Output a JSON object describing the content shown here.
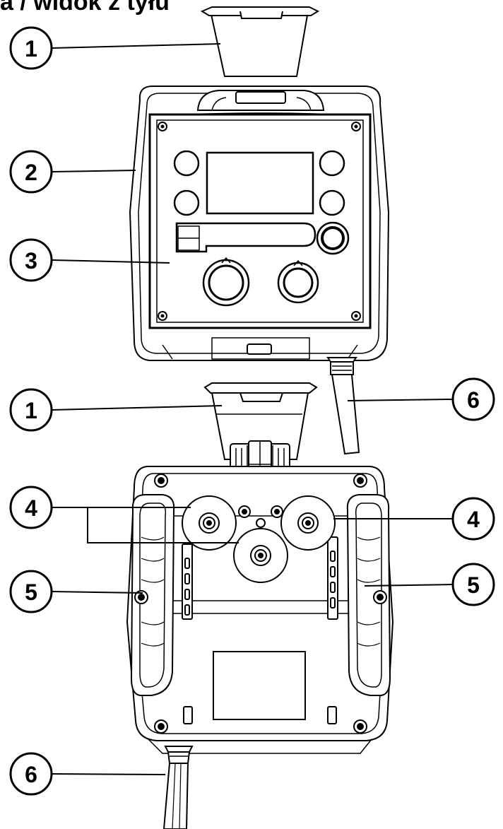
{
  "title": "a / widok z tyłu",
  "callouts": [
    {
      "id": "c1-top",
      "label": "1"
    },
    {
      "id": "c2",
      "label": "2"
    },
    {
      "id": "c3",
      "label": "3"
    },
    {
      "id": "c1-mid",
      "label": "1"
    },
    {
      "id": "c6-right",
      "label": "6"
    },
    {
      "id": "c4-left",
      "label": "4"
    },
    {
      "id": "c4-right",
      "label": "4"
    },
    {
      "id": "c5-left",
      "label": "5"
    },
    {
      "id": "c5-right",
      "label": "5"
    },
    {
      "id": "c6-bottom",
      "label": "6"
    }
  ]
}
